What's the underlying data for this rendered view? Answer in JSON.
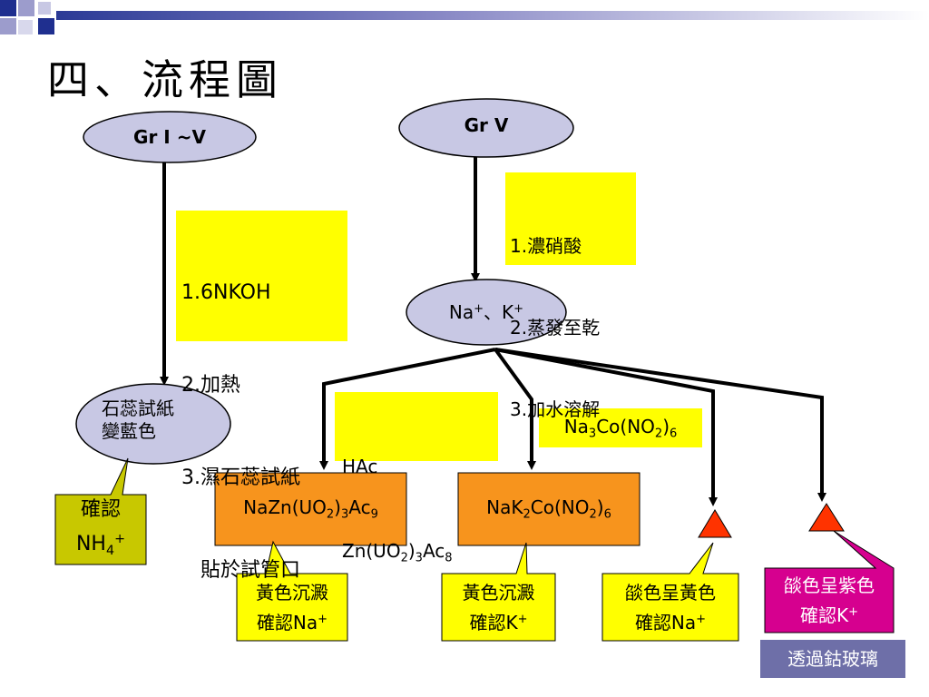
{
  "title": "四、流程圖",
  "colors": {
    "ellipse_fill": "#c8c8e4",
    "yellow": "#ffff00",
    "orange": "#f7941d",
    "red_triangle": "#ff3300",
    "olive": "#c8c800",
    "magenta": "#d6008f",
    "slate": "#6e6fa8"
  },
  "nodes": {
    "group_1_5": {
      "main": "Gr I ~V"
    },
    "group_5": {
      "main": "Gr V"
    },
    "na_k": {
      "main": "Na",
      "sup1": "+",
      "sep": "、K",
      "sup2": "+"
    },
    "litmus": {
      "line1": "石蕊試紙",
      "line2": "變藍色"
    }
  },
  "steps_left": {
    "l1": "1.6NKOH",
    "l2": "2.加熱",
    "l3": "3.濕石蕊試紙",
    "l4": "   貼於試管口"
  },
  "steps_right": {
    "l1": "1.濃硝酸",
    "l2": "2.蒸發至乾",
    "l3": "3.加水溶解"
  },
  "reagent_hac": {
    "l1": "HAc",
    "l2_a": "Zn(UO",
    "l2_s1": "2",
    "l2_b": ")",
    "l2_s2": "3",
    "l2_c": "Ac",
    "l2_s3": "8"
  },
  "reagent_cobalt": {
    "a": "Na",
    "s1": "3",
    "b": "Co(NO",
    "s2": "2",
    "c": ")",
    "s3": "6"
  },
  "precipitate_na": {
    "a": "NaZn(UO",
    "s1": "2",
    "b": ")",
    "s2": "3",
    "c": "Ac",
    "s3": "9"
  },
  "precipitate_k": {
    "a": "NaK",
    "s1": "2",
    "b": "Co(NO",
    "s2": "2",
    "c": ")",
    "s3": "6"
  },
  "callouts": {
    "nh4": {
      "l1": "確認",
      "l2": "NH",
      "s": "4",
      "p": "+"
    },
    "yellow_na": {
      "l1": "黃色沉澱",
      "l2": "確認Na",
      "p": "+"
    },
    "yellow_k": {
      "l1": "黃色沉澱",
      "l2": "確認K",
      "p": "+"
    },
    "flame_na": {
      "l1": "燄色呈黃色",
      "l2": "確認Na",
      "p": "+"
    },
    "flame_k": {
      "l1": "燄色呈紫色",
      "l2": "確認K",
      "p": "+"
    },
    "cobalt_glass": "透過鈷玻璃"
  }
}
